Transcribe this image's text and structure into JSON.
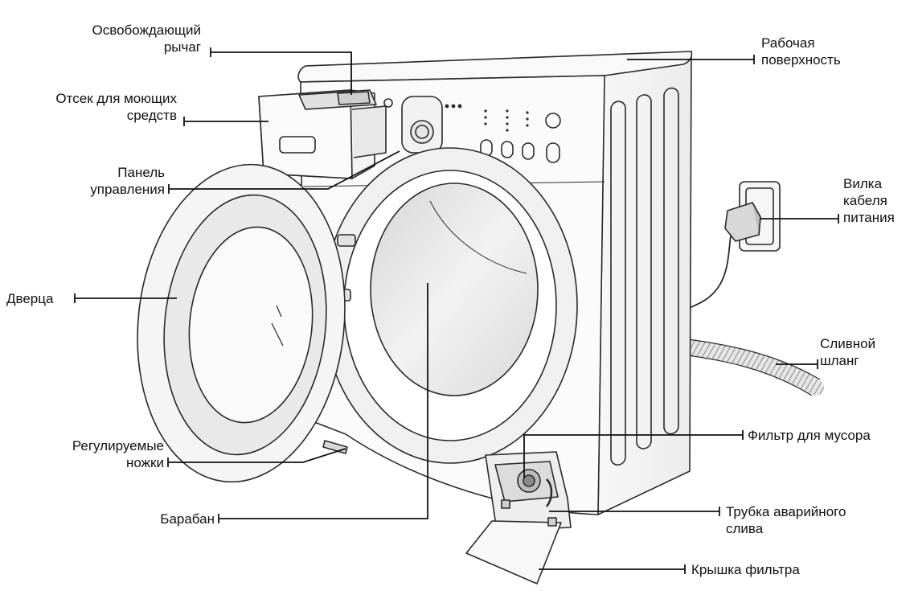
{
  "labels": {
    "release_lever": [
      "Освобождающий",
      "рычаг"
    ],
    "detergent_drawer": [
      "Отсек для моющих",
      "средств"
    ],
    "control_panel": [
      "Панель",
      "управления"
    ],
    "door": [
      "Дверца"
    ],
    "adjustable_feet": [
      "Регулируемые",
      "ножки"
    ],
    "drum": [
      "Барабан"
    ],
    "worktop": [
      "Рабочая",
      "поверхность"
    ],
    "power_plug": [
      "Вилка",
      "кабеля",
      "питания"
    ],
    "drain_hose": [
      "Сливной",
      "шланг"
    ],
    "debris_filter": [
      "Фильтр для мусора"
    ],
    "emergency_drain_tube": [
      "Трубка аварийного",
      "слива"
    ],
    "filter_cover": [
      "Крышка фильтра"
    ]
  },
  "colors": {
    "line": "#111111",
    "outline": "#2a2a2a",
    "shade": "#e4e4e4",
    "light": "#f4f4f4"
  }
}
